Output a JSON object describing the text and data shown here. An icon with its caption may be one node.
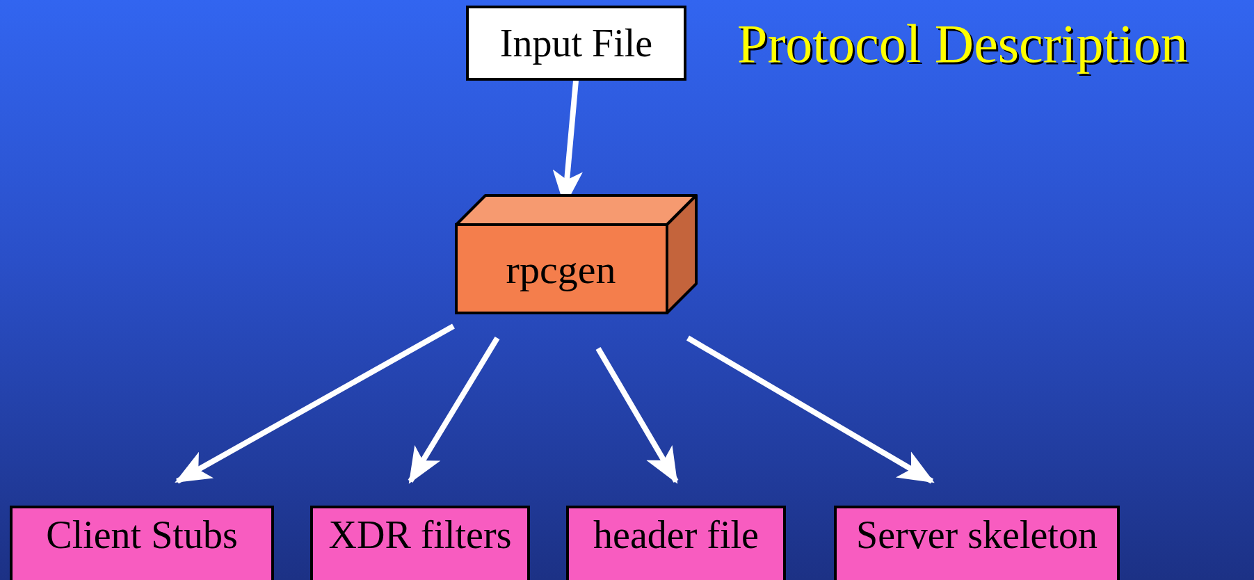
{
  "diagram": {
    "title": "Protocol Description",
    "nodes": [
      {
        "text": [
          "Input File"
        ]
      },
      {
        "text": [
          "rpcgen"
        ]
      },
      {
        "text": [
          "Client Stubs"
        ]
      },
      {
        "text": [
          "XDR filters"
        ]
      },
      {
        "text": [
          "header file"
        ]
      },
      {
        "text": [
          "Server skeleton"
        ]
      }
    ],
    "edges": [
      {
        "from": 0,
        "to": 1,
        "arrow": "to"
      },
      {
        "from": 1,
        "to": 2,
        "arrow": "to"
      },
      {
        "from": 1,
        "to": 3,
        "arrow": "to"
      },
      {
        "from": 1,
        "to": 4,
        "arrow": "to"
      },
      {
        "from": 1,
        "to": 5,
        "arrow": "to"
      }
    ]
  }
}
